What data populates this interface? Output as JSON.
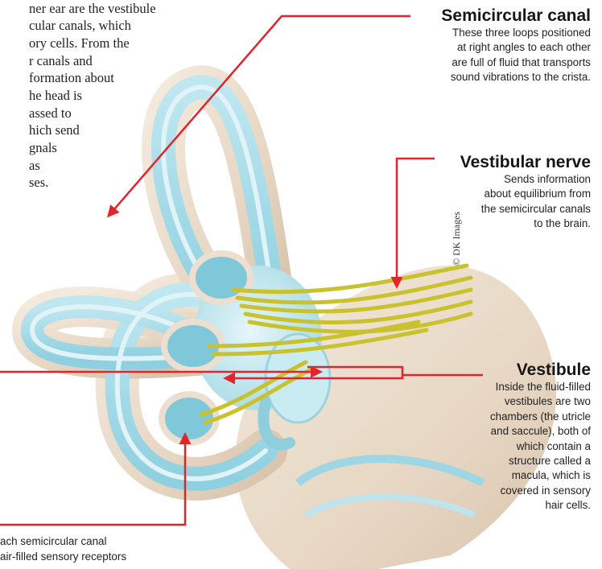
{
  "intro": {
    "lines": [
      "ner ear are the vestibule",
      "cular canals, which",
      "ory cells. From the",
      "r canals and",
      "formation about",
      "he head is",
      "assed to",
      "hich send",
      "gnals",
      "as",
      "ses."
    ]
  },
  "labels": {
    "semicircular_canal": {
      "title": "Semicircular canal",
      "body": [
        "These three loops positioned",
        "at right angles to each other",
        "are full of fluid that transports",
        "sound vibrations to the crista."
      ]
    },
    "vestibular_nerve": {
      "title": "Vestibular nerve",
      "body": [
        "Sends information",
        "about equilibrium from",
        "the semicircular canals",
        "to the brain."
      ]
    },
    "vestibule": {
      "title": "Vestibule",
      "body": [
        "Inside the fluid-filled",
        "vestibules are two",
        "chambers (the utricle",
        "and saccule), both of",
        "which contain a",
        "structure called a",
        "macula, which is",
        "covered in sensory",
        "hair cells."
      ]
    }
  },
  "bottom_caption": {
    "lines": [
      "ach semicircular canal",
      "air-filled sensory receptors"
    ]
  },
  "credit": "© DK Images",
  "colors": {
    "leader_line": "#e0262b",
    "canal_fill": "#a8dde9",
    "canal_outline": "#e7d9c8",
    "bone": "#ecdfcf",
    "nerve": "#c9c22e"
  }
}
